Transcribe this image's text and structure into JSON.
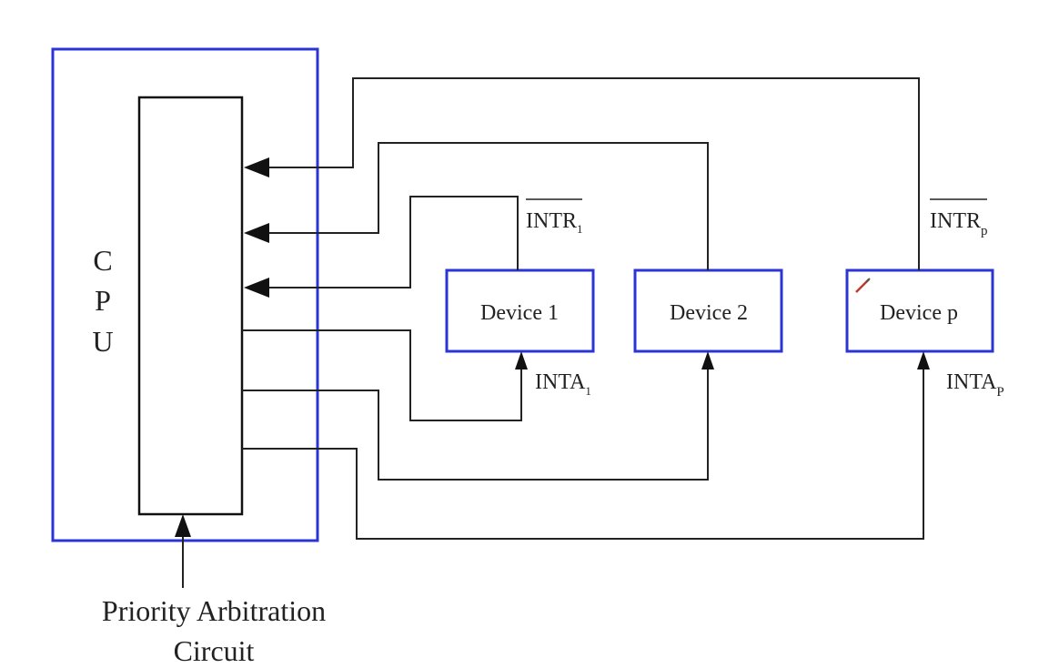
{
  "cpu": {
    "letters": [
      "C",
      "P",
      "U"
    ]
  },
  "devices": [
    {
      "label": "Device 1"
    },
    {
      "label": "Device 2"
    },
    {
      "label": "Device p"
    }
  ],
  "signals": {
    "intr1": {
      "base": "INTR",
      "sub": "1"
    },
    "intrp": {
      "base": "INTR",
      "sub": "p"
    },
    "inta1": {
      "base": "INTA",
      "sub": "1"
    },
    "intap": {
      "base": "INTA",
      "sub": "P"
    }
  },
  "arbiter": {
    "line1": "Priority Arbitration",
    "line2": "Circuit"
  },
  "colors": {
    "box_border": "#2b35d6",
    "line": "#222222",
    "pen_cursor": "#c0392b"
  }
}
